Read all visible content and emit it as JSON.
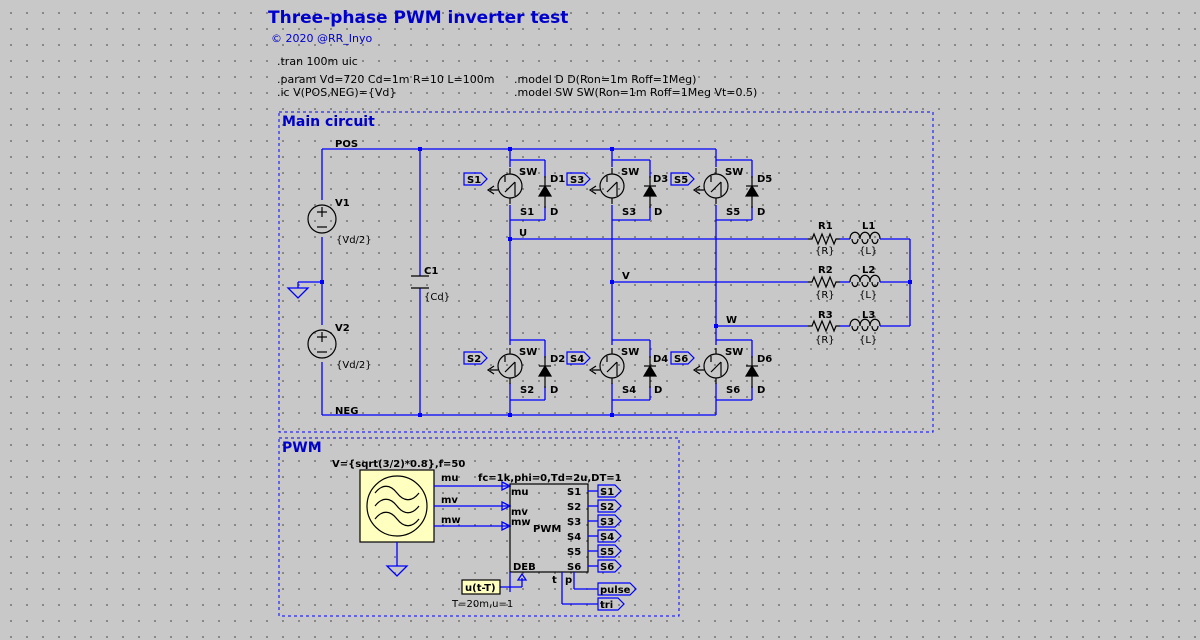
{
  "header": {
    "title": "Three-phase PWM inverter test",
    "copyright": "© 2020 @RR_Inyo"
  },
  "directives": {
    "tran": ".tran 100m uic",
    "param": ".param Vd=720 Cd=1m R=10 L=100m",
    "ic": ".ic V(POS,NEG)={Vd}",
    "model_d": ".model D D(Ron=1m Roff=1Meg)",
    "model_sw": ".model SW SW(Ron=1m Roff=1Meg Vt=0.5)"
  },
  "main_circuit": {
    "label": "Main circuit",
    "nets": {
      "pos": "POS",
      "neg": "NEG",
      "u": "U",
      "v": "V",
      "w": "W"
    },
    "sources": [
      {
        "name": "V1",
        "value": "{Vd/2}"
      },
      {
        "name": "V2",
        "value": "{Vd/2}"
      }
    ],
    "capacitor": {
      "name": "C1",
      "value": "{Cd}"
    },
    "switches": [
      {
        "name": "S1",
        "model": "SW",
        "port": "S1",
        "diode": "D1",
        "diode_model": "D"
      },
      {
        "name": "S3",
        "model": "SW",
        "port": "S3",
        "diode": "D3",
        "diode_model": "D"
      },
      {
        "name": "S5",
        "model": "SW",
        "port": "S5",
        "diode": "D5",
        "diode_model": "D"
      },
      {
        "name": "S2",
        "model": "SW",
        "port": "S2",
        "diode": "D2",
        "diode_model": "D"
      },
      {
        "name": "S4",
        "model": "SW",
        "port": "S4",
        "diode": "D4",
        "diode_model": "D"
      },
      {
        "name": "S6",
        "model": "SW",
        "port": "S6",
        "diode": "D6",
        "diode_model": "D"
      }
    ],
    "loads": [
      {
        "r": "R1",
        "r_val": "{R}",
        "l": "L1",
        "l_val": "{L}"
      },
      {
        "r": "R2",
        "r_val": "{R}",
        "l": "L2",
        "l_val": "{L}"
      },
      {
        "r": "R3",
        "r_val": "{R}",
        "l": "L3",
        "l_val": "{L}"
      }
    ]
  },
  "pwm": {
    "label": "PWM",
    "source_params": "V={sqrt(3/2)*0.8},f=50",
    "block_params": "fc=1k,phi=0,Td=2u,DT=1",
    "block_name": "PWM",
    "inputs": [
      "mu",
      "mv",
      "mw"
    ],
    "nets": [
      "mu",
      "mv",
      "mw"
    ],
    "outputs": [
      "S1",
      "S2",
      "S3",
      "S4",
      "S5",
      "S6"
    ],
    "deb": "DEB",
    "t_pin": "t",
    "p_pin": "p",
    "step_source": "u(t-T)",
    "step_params": "T=20m,u=1",
    "pulse_port": "pulse",
    "tri_port": "tri"
  }
}
